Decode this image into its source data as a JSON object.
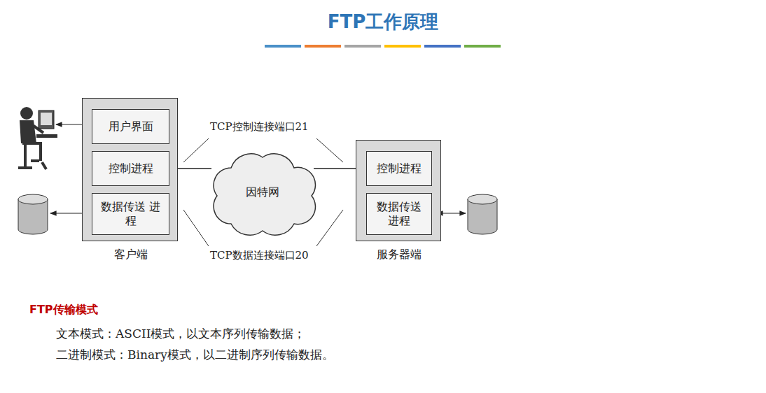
{
  "diagram": {
    "title": "FTP工作原理",
    "nodes": [
      {
        "text": [
          "客户端"
        ]
      },
      {
        "text": [
          "用户界面"
        ],
        "in": 0
      },
      {
        "text": [
          "控制进程"
        ],
        "in": 0
      },
      {
        "text": [
          "数据传送 进程"
        ],
        "in": 0
      },
      {
        "text": [
          "因特网"
        ]
      },
      {
        "text": [
          "服务器端"
        ]
      },
      {
        "text": [
          "控制进程"
        ],
        "in": 5
      },
      {
        "text": [
          "数据传送 进程"
        ],
        "in": 5
      }
    ],
    "edges": [
      {
        "from": 4,
        "to": 2,
        "arrow": "to"
      },
      {
        "from": 4,
        "to": 6,
        "arrow": "to"
      }
    ],
    "labels": [
      "TCP控制连接端口21",
      "TCP数据连接端口20",
      "FTP传输模式",
      "文本模式：ASCII模式，以文本序列传输数据；",
      "二进制模式：Binary模式，以二进制序列传输数据。"
    ]
  }
}
